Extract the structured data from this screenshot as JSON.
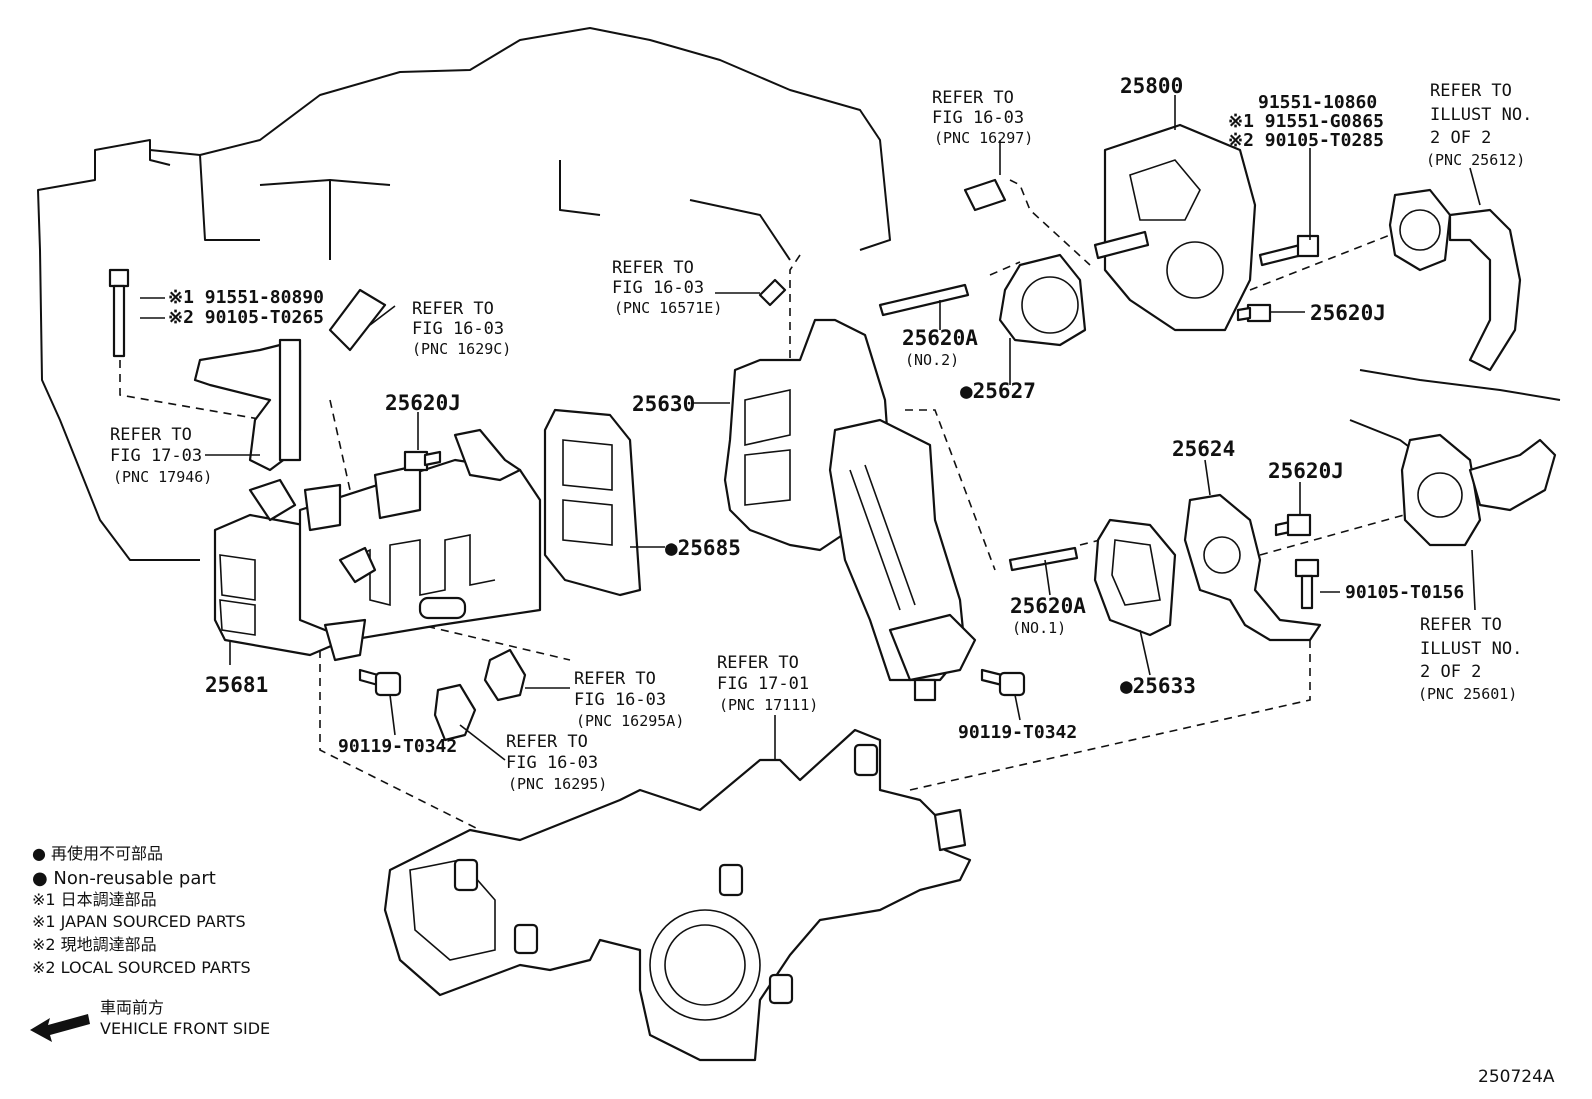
{
  "parts": {
    "p25800": "25800",
    "p91551_10860": "91551-10860",
    "p91551_G0865": "※1 91551-G0865",
    "p90105_T0285": "※2 90105-T0285",
    "p25620J_a": "25620J",
    "p25620A_no2": "25620A",
    "no2": "(NO.2)",
    "p25627": "●25627",
    "p25630": "25630",
    "p25620J_b": "25620J",
    "p25685": "●25685",
    "p25681": "25681",
    "p90119_T0342_a": "90119-T0342",
    "p90119_T0342_b": "90119-T0342",
    "p25624": "25624",
    "p25620J_c": "25620J",
    "p25620A_no1": "25620A",
    "no1": "(NO.1)",
    "p25633": "●25633",
    "p90105_T0156": "90105-T0156",
    "p91551_80890": "※1 91551-80890",
    "p90105_T0265": "※2 90105-T0265"
  },
  "refs": {
    "r1": {
      "l1": "REFER TO",
      "l2": "FIG 16-03",
      "l3": "(PNC 16297)"
    },
    "r2": {
      "l1": "REFER TO",
      "l2": "ILLUST NO.",
      "l3": "2 OF 2",
      "l4": "(PNC 25612)"
    },
    "r3": {
      "l1": "REFER TO",
      "l2": "FIG 16-03",
      "l3": "(PNC 16571E)"
    },
    "r4": {
      "l1": "REFER TO",
      "l2": "FIG 16-03",
      "l3": "(PNC 1629C)"
    },
    "r5": {
      "l1": "REFER TO",
      "l2": "FIG 17-03",
      "l3": "(PNC 17946)"
    },
    "r6": {
      "l1": "REFER TO",
      "l2": "FIG 16-03",
      "l3": "(PNC 16295A)"
    },
    "r7": {
      "l1": "REFER TO",
      "l2": "FIG 17-01",
      "l3": "(PNC 17111)"
    },
    "r8": {
      "l1": "REFER TO",
      "l2": "FIG 16-03",
      "l3": "(PNC 16295)"
    },
    "r9": {
      "l1": "REFER TO",
      "l2": "ILLUST NO.",
      "l3": "2 OF 2",
      "l4": "(PNC 25601)"
    }
  },
  "legend": {
    "nonreusable_jp": "● 再使用不可部品",
    "nonreusable_en": "● Non-reusable part",
    "japan_jp": "※1 日本調達部品",
    "japan_en": "※1 JAPAN SOURCED PARTS",
    "local_jp": "※2 現地調達部品",
    "local_en": "※2 LOCAL SOURCED PARTS",
    "front_jp": "車両前方",
    "front_en": "VEHICLE FRONT SIDE"
  },
  "illustration_code": "250724A"
}
